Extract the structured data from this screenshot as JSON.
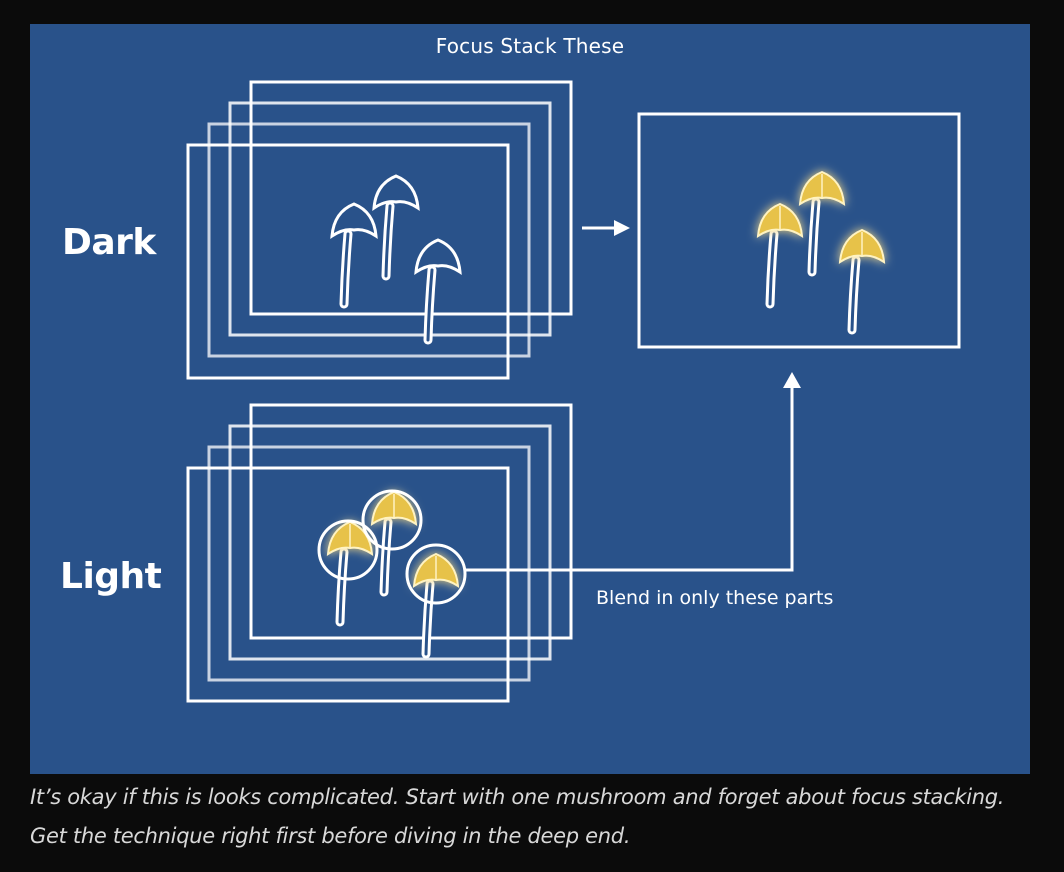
{
  "diagram": {
    "title": "Focus Stack These",
    "dark_label": "Dark",
    "light_label": "Light",
    "blend_note": "Blend in only these parts",
    "colors": {
      "background": "#29528a",
      "line": "#ffffff",
      "glow": "#f3d04a",
      "page": "#0b0b0b"
    }
  },
  "caption": {
    "line1": "It’s okay if this is looks complicated. Start with one mushroom and forget about focus stacking.",
    "line2": "Get the technique right first before diving in the deep end."
  }
}
